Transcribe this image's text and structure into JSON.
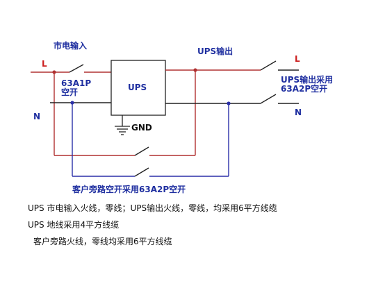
{
  "labels": {
    "mains_input": "市电输入",
    "ups_output": "UPS输出",
    "line_left": "L",
    "neutral_left": "N",
    "line_right": "L",
    "neutral_right": "N",
    "input_breaker_model": "63A1P",
    "input_breaker_type": "空开",
    "ups_box": "UPS",
    "gnd": "GND",
    "output_breaker_line1": "UPS输出采用",
    "output_breaker_line2": "63A2P空开",
    "bypass_note": "客户旁路空开采用63A2P空开"
  },
  "notes": [
    "UPS  市电输入火线，零线；UPS输出火线，零线，均采用6平方线缆",
    "UPS  地线采用4平方线缆",
    "客户旁路火线，零线均采用6平方线缆"
  ],
  "colors": {
    "line_wire": "#b03030",
    "neutral_wire": "#2a2fa8",
    "black_wire": "#222222",
    "label_blue": "#1f2fa0",
    "label_red": "#cc1f1f"
  }
}
